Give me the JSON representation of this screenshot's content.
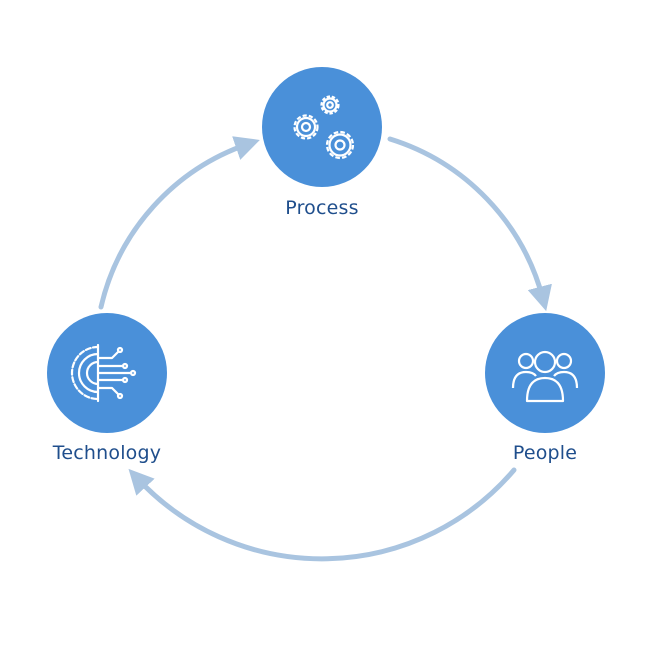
{
  "diagram": {
    "nodes": [
      {
        "id": "process",
        "label": "Process",
        "icon": "gears-icon"
      },
      {
        "id": "people",
        "label": "People",
        "icon": "people-group-icon"
      },
      {
        "id": "technology",
        "label": "Technology",
        "icon": "circuit-gear-icon"
      }
    ],
    "edges": [
      {
        "from": "process",
        "to": "people"
      },
      {
        "from": "people",
        "to": "technology"
      },
      {
        "from": "technology",
        "to": "process"
      }
    ],
    "colors": {
      "node_fill": "#4a90d9",
      "arrow": "#a9c4e0",
      "label": "#1f4e8c",
      "icon_stroke": "#ffffff"
    }
  }
}
